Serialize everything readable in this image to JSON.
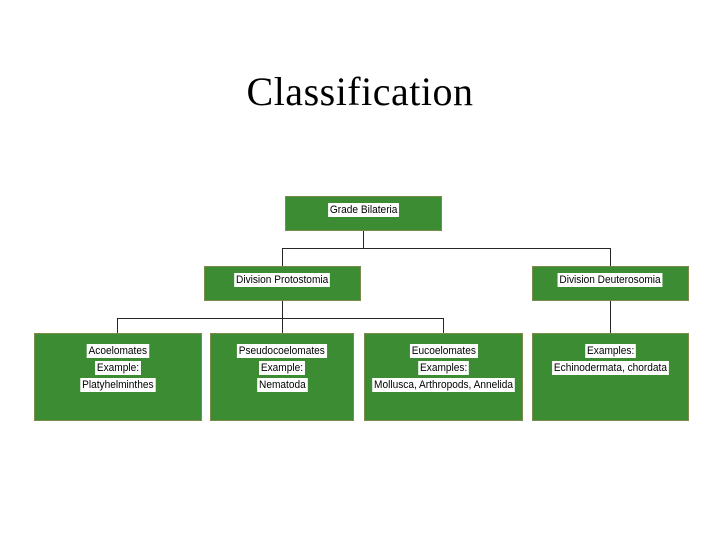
{
  "slide": {
    "title": "Classification",
    "background_color": "#FFFFFF"
  },
  "theme": {
    "box_fill": "#3C8C33",
    "box_border": "#7C8A4A",
    "text_background": "#FFFFFF",
    "text_color": "#000000",
    "connector_color": "#262626"
  },
  "diagram": {
    "type": "tree",
    "nodes": {
      "root": {
        "lines": [
          "Grade Bilateria"
        ]
      },
      "protostomia": {
        "lines": [
          "Division Protostomia"
        ]
      },
      "deuterosomia": {
        "lines": [
          "Division Deuterosomia"
        ]
      },
      "acoelomates": {
        "lines": [
          "Acoelomates",
          "Example:",
          "Platyhelminthes"
        ]
      },
      "pseudocoelomates": {
        "lines": [
          "Pseudocoelomates",
          "Example:",
          "Nematoda"
        ]
      },
      "eucoelomates": {
        "lines": [
          "Eucoelomates",
          "Examples:",
          "Mollusca, Arthropods, Annelida"
        ]
      },
      "deuterostome_examples": {
        "lines": [
          "Examples:",
          "Echinodermata, chordata"
        ]
      }
    },
    "edges": [
      {
        "from": "root",
        "to": "protostomia"
      },
      {
        "from": "root",
        "to": "deuterosomia"
      },
      {
        "from": "protostomia",
        "to": "acoelomates"
      },
      {
        "from": "protostomia",
        "to": "pseudocoelomates"
      },
      {
        "from": "protostomia",
        "to": "eucoelomates"
      },
      {
        "from": "deuterosomia",
        "to": "deuterostome_examples"
      }
    ]
  }
}
